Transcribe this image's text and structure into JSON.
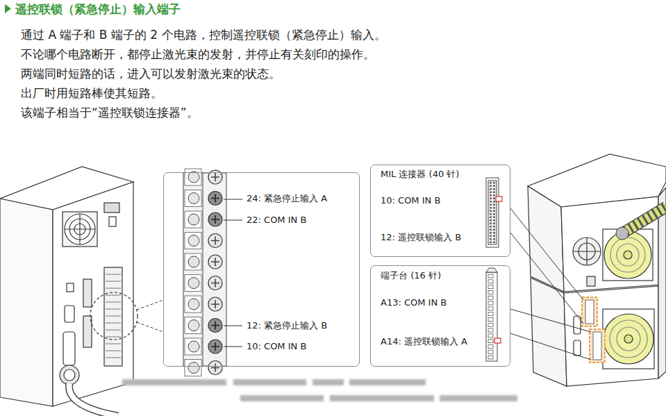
{
  "diagram": {
    "title": "遥控联锁（紧急停止）输入端子",
    "nodes": [
      {
        "text": [
          "24: 紧急停止输入 A",
          "22: COM IN B",
          "12: 紧急停止输入 B",
          "10: COM IN B"
        ]
      },
      {
        "text": [
          "MIL 连接器 (40 针)",
          "10: COM IN B",
          "12: 遥控联锁输入 B"
        ]
      },
      {
        "text": [
          "端子台 (16 针)",
          "A13: COM IN B",
          "A14: 遥控联锁输入 A"
        ]
      }
    ],
    "labels": [
      "通过 A 端子和 B 端子的 2 个电路，控制遥控联锁（紧急停止）输入。",
      "不论哪个电路断开，都停止激光束的发射，并停止有关刻印的操作。",
      "两端同时短路的话，进入可以发射激光束的状态。",
      "出厂时用短路棒使其短路。",
      "该端子相当于“遥控联锁连接器”。"
    ]
  }
}
